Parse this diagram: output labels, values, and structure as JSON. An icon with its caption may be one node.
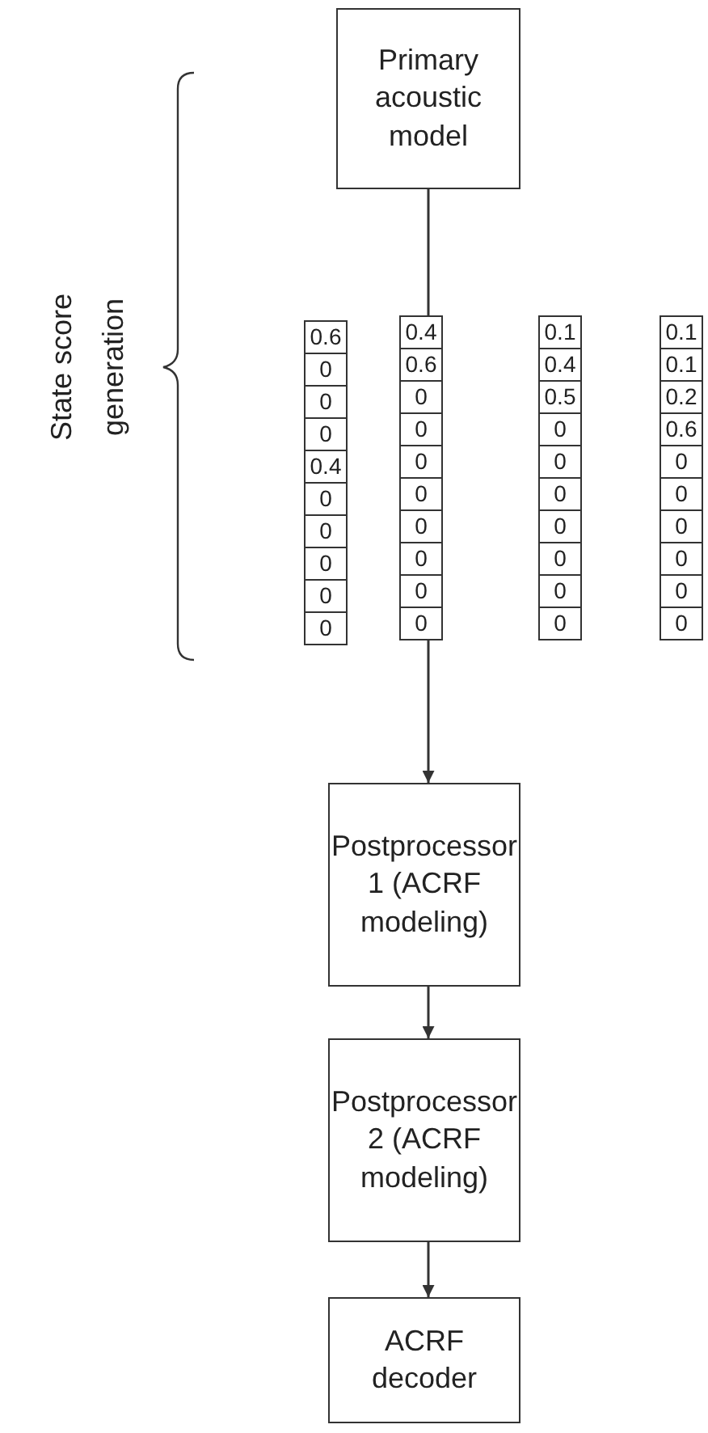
{
  "diagram": {
    "nodes": [
      {
        "text": [
          "Primary acoustic model"
        ]
      },
      {
        "text": [
          "Postprocessor 1 (ACRF modeling)"
        ]
      },
      {
        "text": [
          "Postprocessor 2 (ACRF modeling)"
        ]
      },
      {
        "text": [
          "ACRF decoder"
        ]
      }
    ],
    "edges": [
      {
        "from": 0,
        "to": 1,
        "arrow": "to"
      },
      {
        "from": 1,
        "to": 2,
        "arrow": "to"
      },
      {
        "from": 2,
        "to": 3,
        "arrow": "to"
      }
    ],
    "labels": [
      "State score generation",
      "0.6",
      "0",
      "0",
      "0",
      "0.4",
      "0",
      "0",
      "0",
      "0",
      "0",
      "0.4",
      "0.6",
      "0",
      "0",
      "0",
      "0",
      "0",
      "0",
      "0",
      "0",
      "0.1",
      "0.4",
      "0.5",
      "0",
      "0",
      "0",
      "0",
      "0",
      "0",
      "0",
      "0.1",
      "0.1",
      "0.2",
      "0.6",
      "0",
      "0",
      "0",
      "0",
      "0",
      "0"
    ]
  }
}
